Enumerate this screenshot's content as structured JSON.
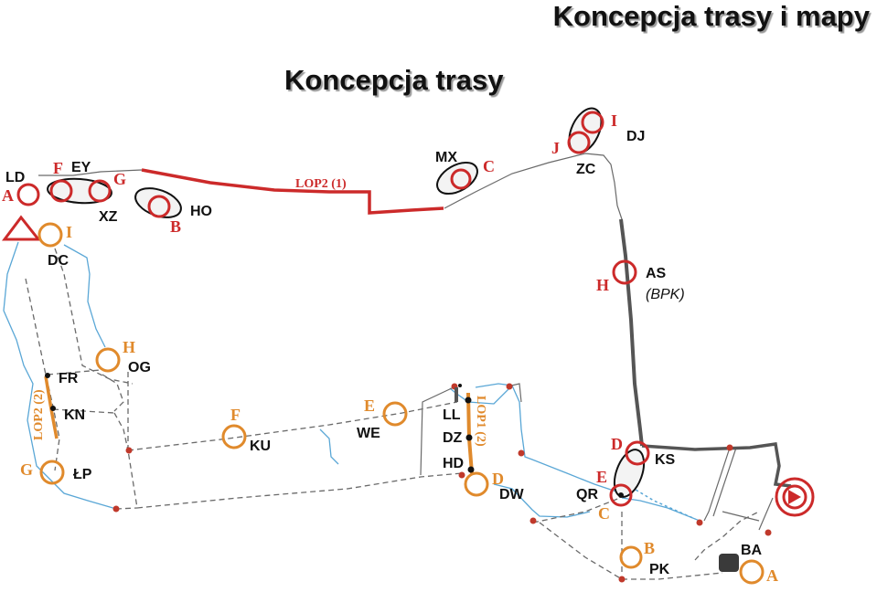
{
  "titles": {
    "main": "Koncepcja trasy i mapy",
    "sub": "Koncepcja trasy"
  },
  "colors": {
    "red_route": "#cc2a2a",
    "orange_route": "#e08a2c",
    "water": "#5aa7d6",
    "path_gray": "#6a6a6a",
    "road_dark": "#555555",
    "ellipse": "#111111"
  },
  "map": {
    "red_segment_label": "LOP2 (1)",
    "orange_segment_label_left": "LOP2 (2)",
    "orange_segment_label_right": "LOP1 (2)",
    "places": [
      {
        "id": "LD",
        "label": "LD"
      },
      {
        "id": "EY",
        "label": "EY"
      },
      {
        "id": "XZ",
        "label": "XZ"
      },
      {
        "id": "HO",
        "label": "HO"
      },
      {
        "id": "DC",
        "label": "DC"
      },
      {
        "id": "MX",
        "label": "MX"
      },
      {
        "id": "DJ",
        "label": "DJ"
      },
      {
        "id": "ZC",
        "label": "ZC"
      },
      {
        "id": "AS",
        "label": "AS"
      },
      {
        "id": "BPK",
        "label": "(BPK)"
      },
      {
        "id": "OG",
        "label": "OG"
      },
      {
        "id": "FR",
        "label": "FR"
      },
      {
        "id": "KN",
        "label": "KN"
      },
      {
        "id": "LP",
        "label": "ŁP"
      },
      {
        "id": "KU",
        "label": "KU"
      },
      {
        "id": "WE",
        "label": "WE"
      },
      {
        "id": "LL",
        "label": "LL"
      },
      {
        "id": "DZ",
        "label": "DZ"
      },
      {
        "id": "HD",
        "label": "HD"
      },
      {
        "id": "DW",
        "label": "DW"
      },
      {
        "id": "QR",
        "label": "QR"
      },
      {
        "id": "KS",
        "label": "KS"
      },
      {
        "id": "PK",
        "label": "PK"
      },
      {
        "id": "BA",
        "label": "BA"
      }
    ],
    "red_controls": [
      "A",
      "F",
      "G",
      "B",
      "C",
      "I",
      "J",
      "H",
      "D",
      "E"
    ],
    "orange_controls": [
      "I",
      "H",
      "G",
      "F",
      "E",
      "D",
      "C",
      "B",
      "A"
    ]
  }
}
